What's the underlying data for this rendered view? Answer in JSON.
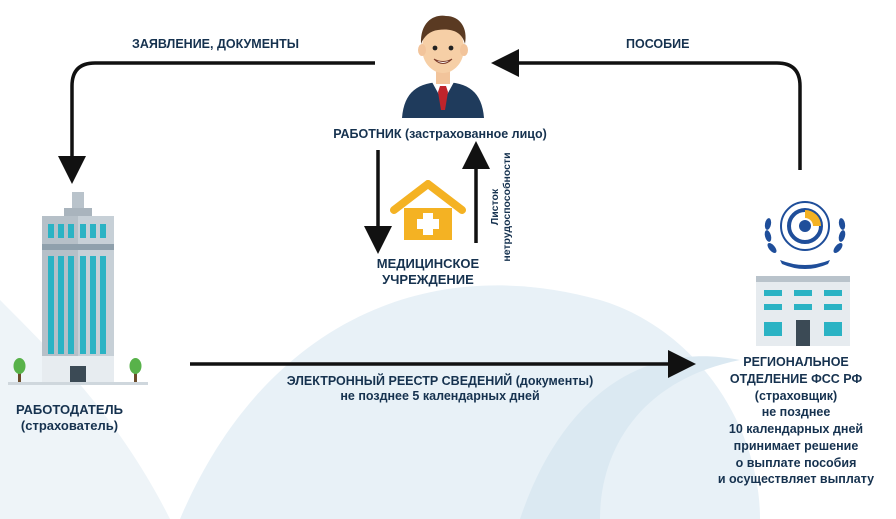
{
  "title": "",
  "nodes": {
    "worker": "РАБОТНИК (застрахованное лицо)",
    "employer_line1": "РАБОТОДАТЕЛЬ",
    "employer_line2": "(страхователь)",
    "medical_line1": "МЕДИЦИНСКОЕ",
    "medical_line2": "УЧРЕЖДЕНИЕ",
    "fss_lines": [
      "РЕГИОНАЛЬНОЕ",
      "ОТДЕЛЕНИЕ ФСС РФ",
      "(страховщик)",
      "не позднее",
      "10 календарных дней",
      "принимает решение",
      "о выплате пособия",
      "и осуществляет выплату"
    ]
  },
  "edges": {
    "worker_to_employer": "ЗАЯВЛЕНИЕ, ДОКУМЕНТЫ",
    "fss_to_worker": "ПОСОБИЕ",
    "medical_to_worker_line1": "Листок",
    "medical_to_worker_line2": "нетрудоспособности",
    "employer_to_fss_line1": "ЭЛЕКТРОННЫЙ РЕЕСТР СВЕДЕНИЙ (документы)",
    "employer_to_fss_line2": "не позднее 5 календарных дней"
  },
  "colors": {
    "text": "#16324f",
    "arrow": "#111111",
    "building_teal": "#2bb3c4",
    "building_gray": "#a9b4bd",
    "house_orange": "#f4b223",
    "fss_blue": "#1f4e9a",
    "suit": "#1f3b5c",
    "tie": "#c0242b",
    "bg_swoosh": "#e6f0f6"
  },
  "icons": {
    "worker": "businessman-icon",
    "employer": "office-building-icon",
    "medical": "hospital-house-icon",
    "fss": "fss-emblem-icon",
    "fss_building": "fss-building-icon"
  }
}
